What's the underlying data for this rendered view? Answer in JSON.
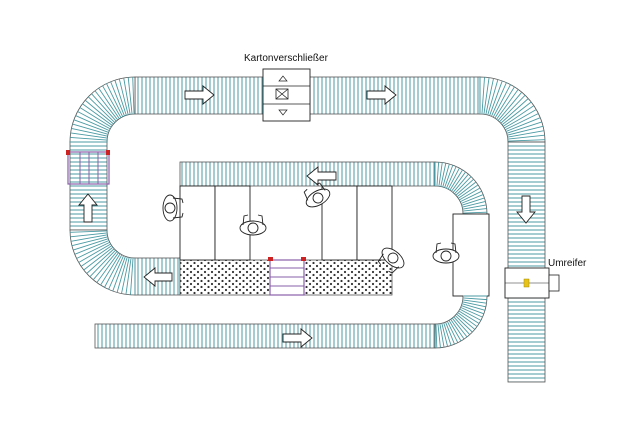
{
  "labels": {
    "carton_closer": "Kartonverschließer",
    "strapping_machine": "Umreifer"
  },
  "colors": {
    "conveyor_line": "#4a9aa3",
    "conveyor_line_dark": "#2f7f89",
    "outline": "#222222",
    "transfer_red": "#cc2222",
    "transfer_purple": "#8a5fa8",
    "strapper_yellow": "#e6c21a",
    "roller_dot": "#333333"
  },
  "flow_arrows": [
    "right",
    "right",
    "down",
    "left",
    "up",
    "left",
    "right"
  ],
  "icons": [
    "worker-icon",
    "flow-arrow-icon",
    "roller-conveyor-icon",
    "work-table-icon"
  ]
}
